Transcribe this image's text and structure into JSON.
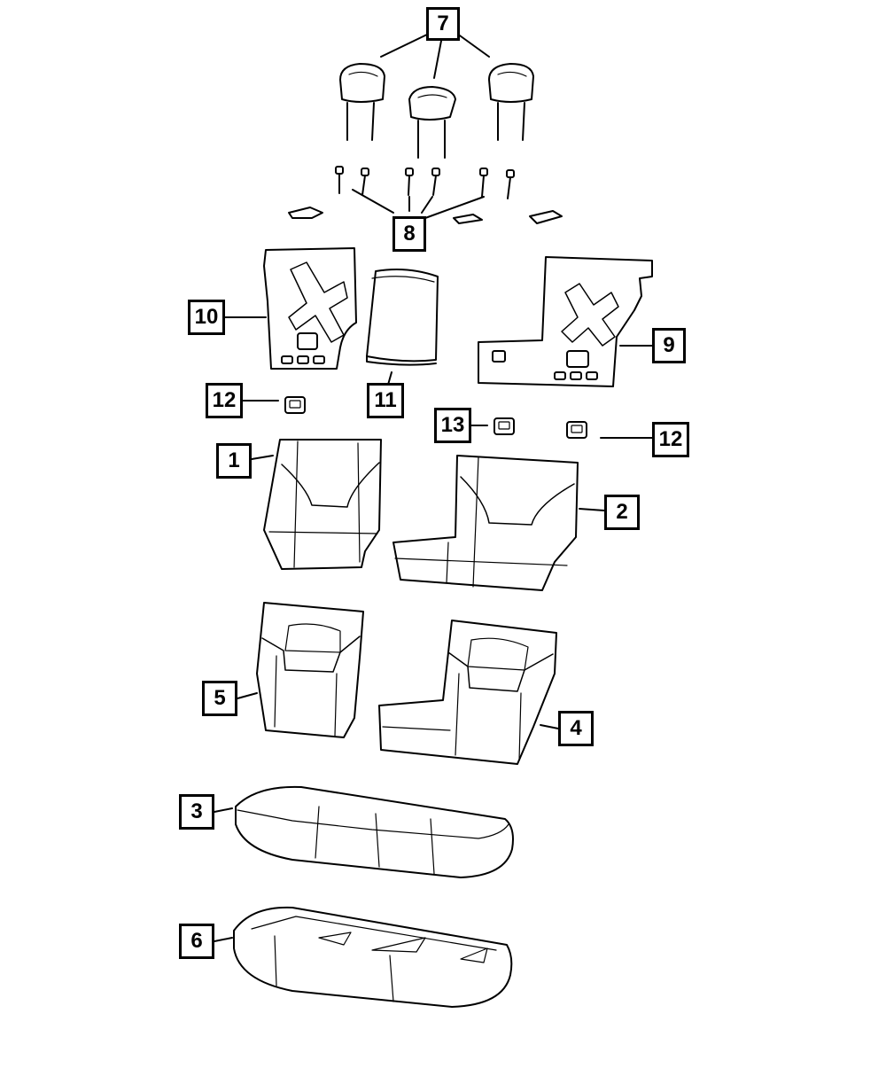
{
  "diagram": {
    "callouts": {
      "c1": "1",
      "c2": "2",
      "c3": "3",
      "c4": "4",
      "c5": "5",
      "c6": "6",
      "c7": "7",
      "c8": "8",
      "c9": "9",
      "c10": "10",
      "c11": "11",
      "c12a": "12",
      "c12b": "12",
      "c13": "13"
    }
  },
  "colors": {
    "line": "#000000",
    "background": "#ffffff",
    "part_fill": "#ffffff"
  }
}
